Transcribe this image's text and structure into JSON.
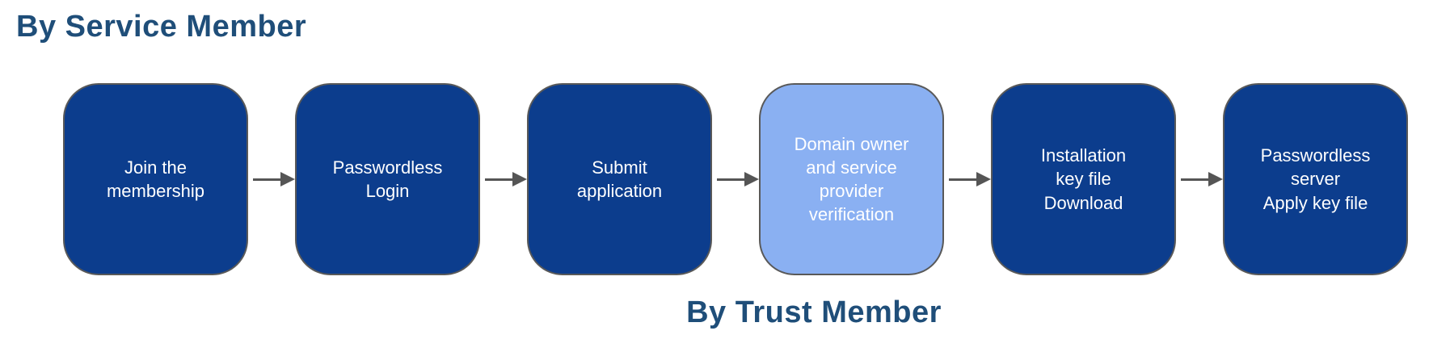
{
  "headings": {
    "top": "By Service Member",
    "bottom": "By Trust Member"
  },
  "colors": {
    "heading_text": "#1f4e79",
    "dark_box_fill": "#0c3d8d",
    "light_box_fill": "#8ab0f2",
    "box_border": "#595959",
    "box_text": "#ffffff",
    "arrow": "#555555",
    "background": "#ffffff"
  },
  "flow": {
    "steps": [
      {
        "id": "join-membership",
        "label": "Join the\nmembership",
        "variant": "dark"
      },
      {
        "id": "passwordless-login",
        "label": "Passwordless\nLogin",
        "variant": "dark"
      },
      {
        "id": "submit-application",
        "label": "Submit\napplication",
        "variant": "dark"
      },
      {
        "id": "domain-owner-verification",
        "label": "Domain owner\nand  service\nprovider\nverification",
        "variant": "light"
      },
      {
        "id": "installation-key-download",
        "label": "Installation\nkey file\nDownload",
        "variant": "dark"
      },
      {
        "id": "passwordless-server-apply",
        "label": "Passwordless\nserver\nApply key file",
        "variant": "dark"
      }
    ]
  }
}
